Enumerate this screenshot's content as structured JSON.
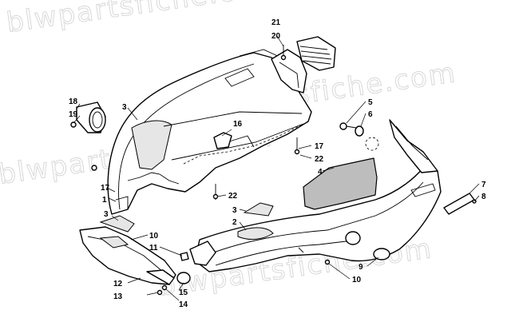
{
  "watermark": "blwpartsfiche.com",
  "callouts": [
    {
      "id": "c21",
      "label": "21"
    },
    {
      "id": "c20",
      "label": "20"
    },
    {
      "id": "c18",
      "label": "18"
    },
    {
      "id": "c19",
      "label": "19"
    },
    {
      "id": "c3a",
      "label": "3"
    },
    {
      "id": "c16",
      "label": "16"
    },
    {
      "id": "c5",
      "label": "5"
    },
    {
      "id": "c6",
      "label": "6"
    },
    {
      "id": "c17a",
      "label": "17"
    },
    {
      "id": "c22a",
      "label": "22"
    },
    {
      "id": "c4",
      "label": "4"
    },
    {
      "id": "c17b",
      "label": "17"
    },
    {
      "id": "c1",
      "label": "1"
    },
    {
      "id": "c22b",
      "label": "22"
    },
    {
      "id": "c7",
      "label": "7"
    },
    {
      "id": "c8",
      "label": "8"
    },
    {
      "id": "c3b",
      "label": "3"
    },
    {
      "id": "c3c",
      "label": "3"
    },
    {
      "id": "c2",
      "label": "2"
    },
    {
      "id": "c10a",
      "label": "10"
    },
    {
      "id": "c11",
      "label": "11"
    },
    {
      "id": "c9",
      "label": "9"
    },
    {
      "id": "c10b",
      "label": "10"
    },
    {
      "id": "c12",
      "label": "12"
    },
    {
      "id": "c15",
      "label": "15"
    },
    {
      "id": "c13",
      "label": "13"
    },
    {
      "id": "c14",
      "label": "14"
    }
  ]
}
